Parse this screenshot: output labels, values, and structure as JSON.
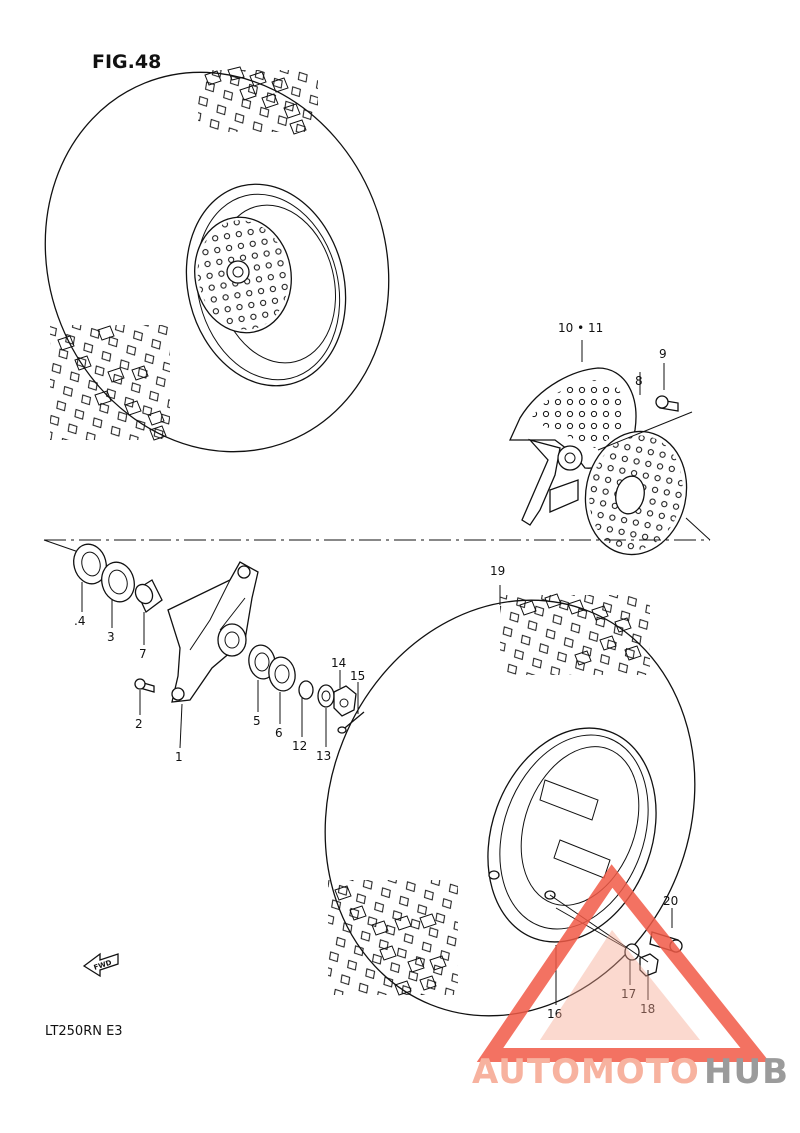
{
  "figure": {
    "title": "FIG.48",
    "model_code": "LT250RN  E3"
  },
  "fwd_label": "FWD",
  "callouts": [
    "10 • 11",
    "9",
    "8",
    "19",
    ".4",
    "3",
    "7",
    "2",
    "1",
    "5",
    "6",
    "14",
    "15",
    "12",
    "13",
    "20",
    "17",
    "18",
    "16"
  ],
  "watermark": {
    "part1": "AUTOMOTO",
    "part2": "HUB",
    "color_primary": "#f15a47",
    "color_secondary": "#f6a58f",
    "color_dark": "#8a8a8a"
  }
}
